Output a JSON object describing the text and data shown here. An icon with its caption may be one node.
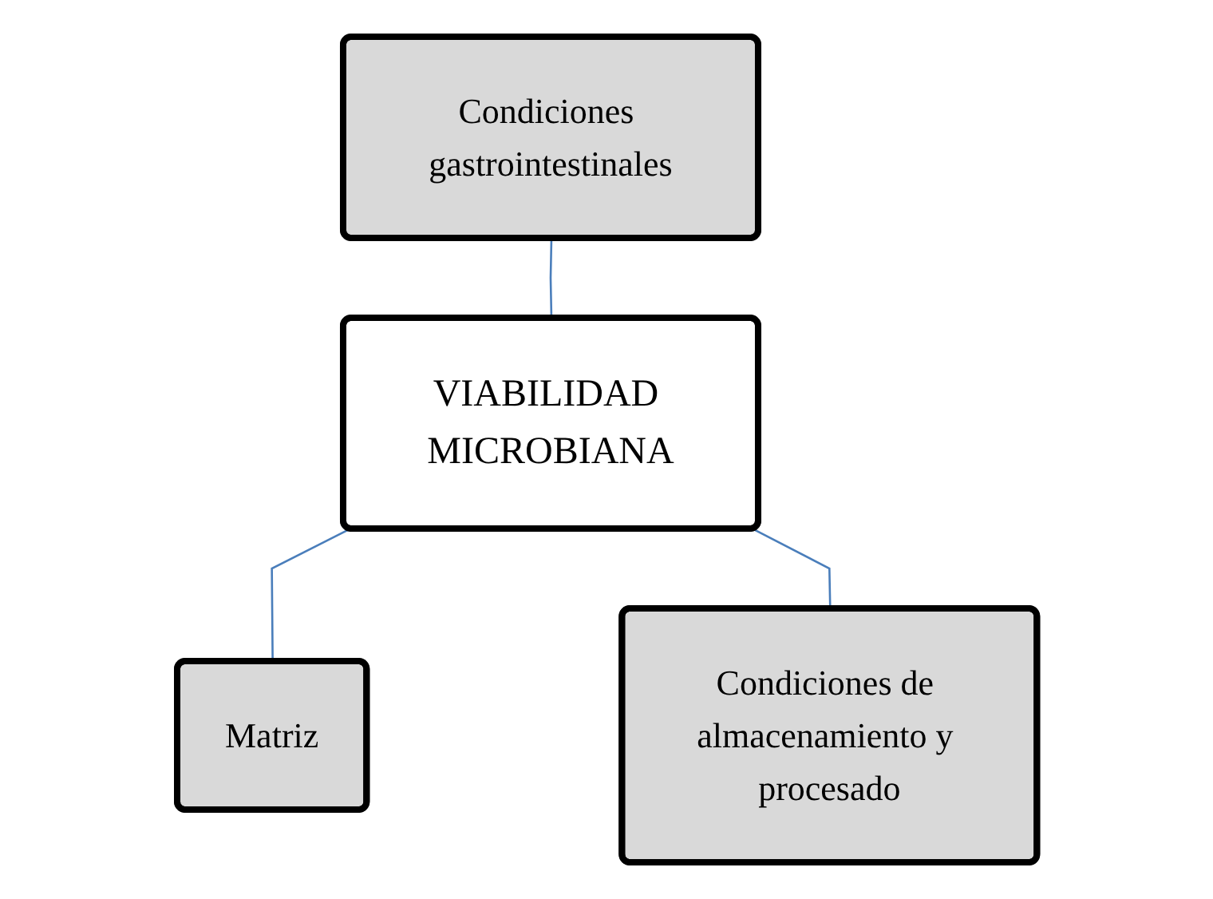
{
  "diagram": {
    "nodes": [
      {
        "text": [
          "Condiciones gastrointestinales"
        ]
      },
      {
        "text": [
          "VIABILIDAD MICROBIANA"
        ]
      },
      {
        "text": [
          "Matriz"
        ]
      },
      {
        "text": [
          "Condiciones de almacenamiento y procesado"
        ]
      }
    ],
    "edges": [
      {
        "from": 0,
        "to": 1,
        "arrow": "none"
      },
      {
        "from": 1,
        "to": 2,
        "arrow": "none"
      },
      {
        "from": 1,
        "to": 3,
        "arrow": "none"
      }
    ]
  }
}
